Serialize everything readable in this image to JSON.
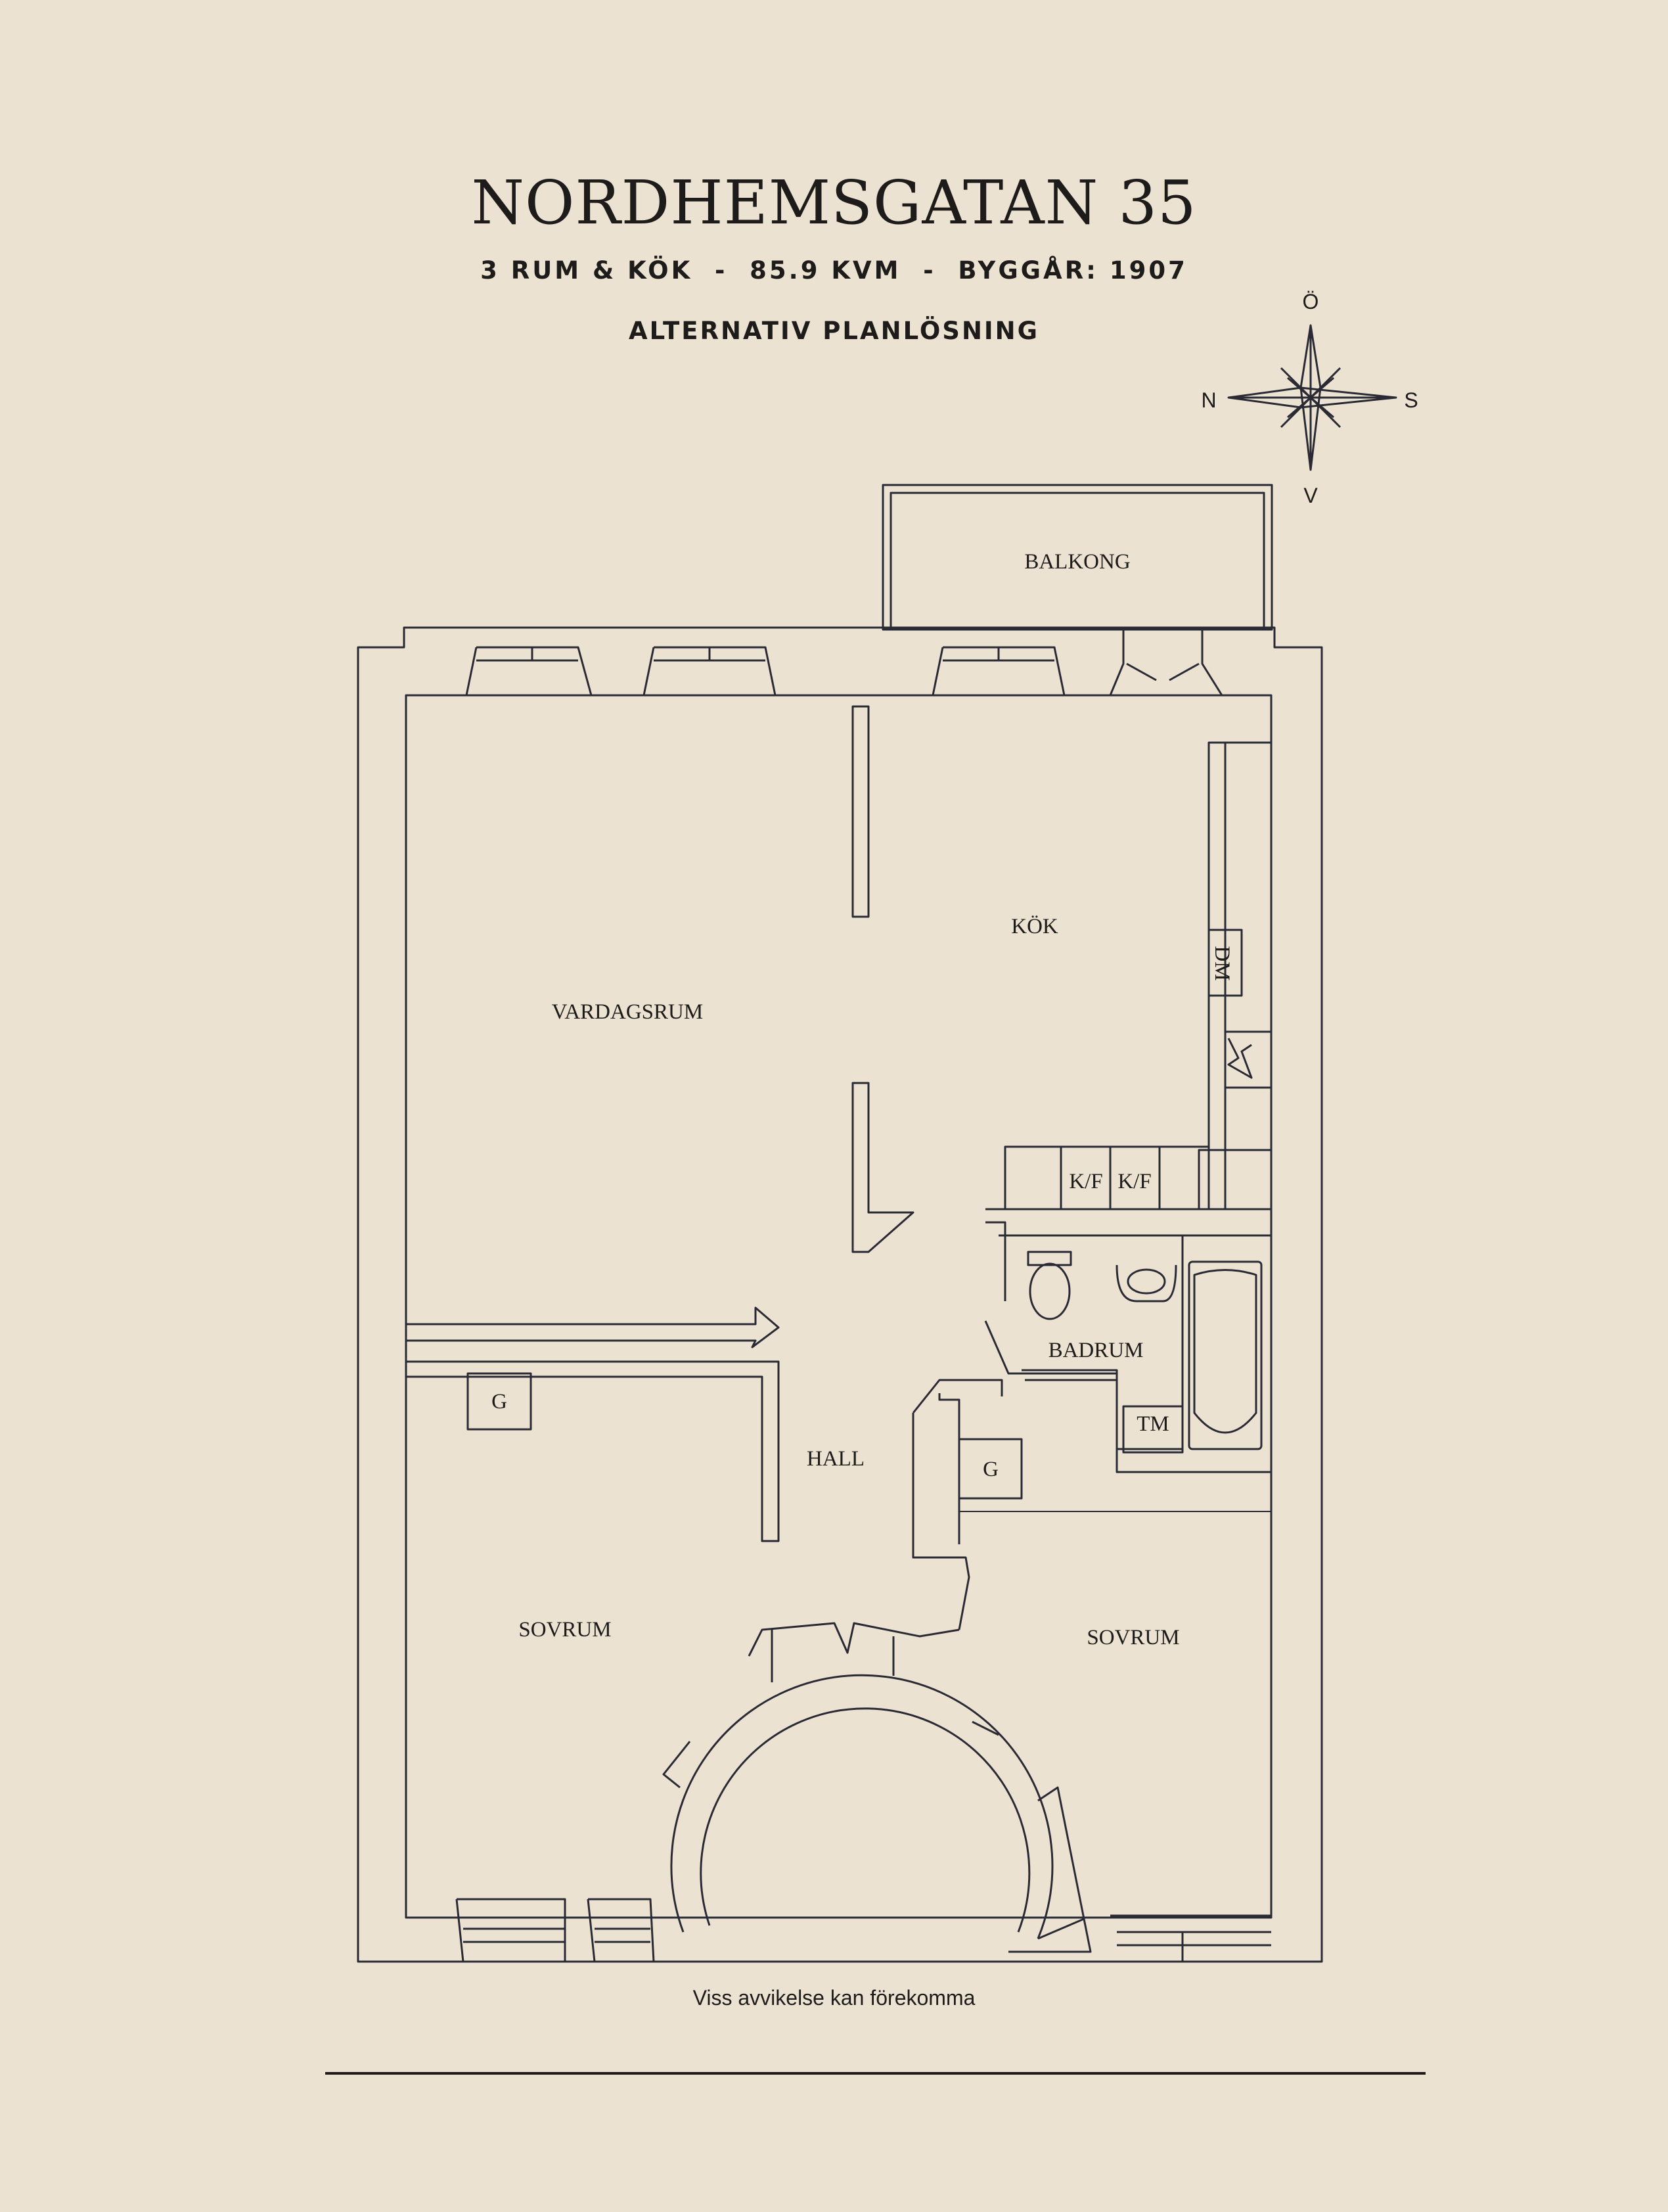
{
  "header": {
    "title": "NORDHEMSGATAN 35",
    "subtitle": "3 RUM & KÖK  -  85.9 KVM  -  BYGGÅR: 1907",
    "alternative": "ALTERNATIV PLANLÖSNING"
  },
  "compass": {
    "north": "N",
    "south": "S",
    "east": "Ö",
    "west": "V"
  },
  "rooms": {
    "balkong": "BALKONG",
    "kok": "KÖK",
    "vardagsrum": "VARDAGSRUM",
    "badrum": "BADRUM",
    "hall": "HALL",
    "sovrum_left": "SOVRUM",
    "sovrum_right": "SOVRUM"
  },
  "fixtures": {
    "dm": "DM",
    "kf1": "K/F",
    "kf2": "K/F",
    "tm": "TM",
    "g1": "G",
    "g2": "G"
  },
  "footer": {
    "disclaimer": "Viss avvikelse kan förekomma"
  },
  "colors": {
    "background": "#ebe2d2",
    "ink": "#2a2a35"
  }
}
